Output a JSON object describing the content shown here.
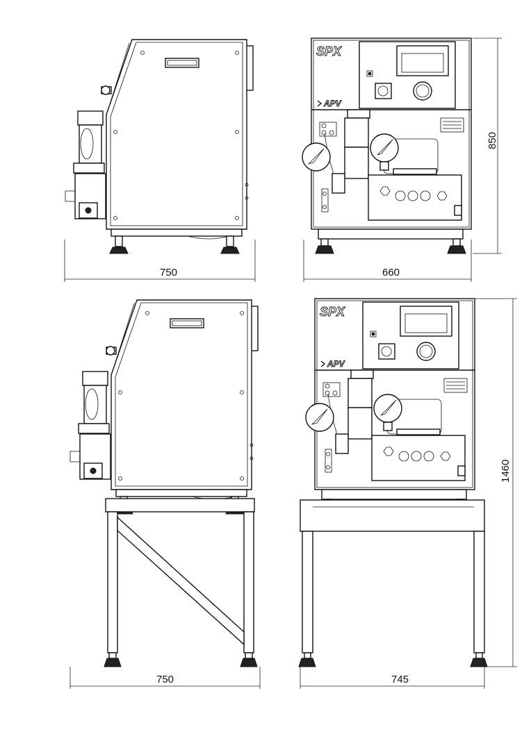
{
  "drawing": {
    "views": {
      "top_side": {
        "width_label": "750"
      },
      "top_front": {
        "width_label": "660",
        "height_label": "850"
      },
      "bottom_side": {
        "width_label": "750"
      },
      "bottom_front": {
        "width_label": "745",
        "height_label": "1460"
      }
    },
    "logos": {
      "brand_main": "SPX",
      "brand_sub": "APV"
    }
  }
}
